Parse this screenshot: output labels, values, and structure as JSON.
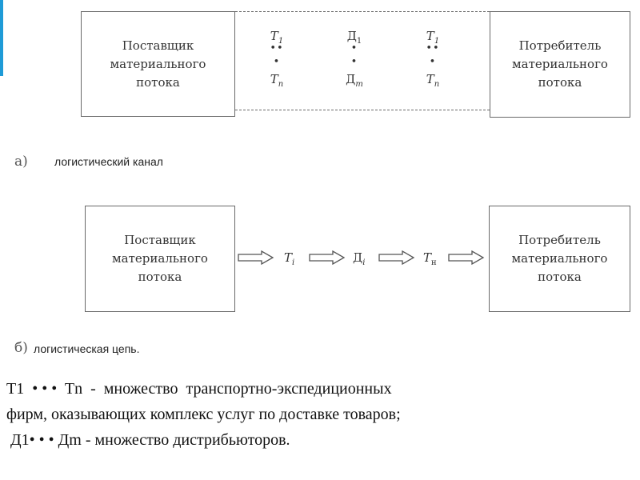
{
  "diagram_a": {
    "supplier": "Поставщик\nматериального\nпотока",
    "consumer": "Потребитель\nматериального\nпотока",
    "col1": {
      "top_letter": "T",
      "top_index": "1",
      "dots_top": "••",
      "dots_bottom": "•",
      "bottom_letter": "T",
      "bottom_index": "n"
    },
    "col2": {
      "top_letter": "Д",
      "top_index": "1",
      "dots_top": "•",
      "dots_bottom": "•",
      "bottom_letter": "Д",
      "bottom_index": "m"
    },
    "col3": {
      "top_letter": "T",
      "top_index": "1",
      "dots_top": "••",
      "dots_bottom": "•",
      "bottom_letter": "T",
      "bottom_index": "n"
    },
    "caption_letter": "а)",
    "caption": "логистический канал"
  },
  "diagram_b": {
    "supplier": "Поставщик\nматериального\nпотока",
    "consumer": "Потребитель\nматериального\nпотока",
    "node1": {
      "letter": "T",
      "index": "i"
    },
    "node2": {
      "letter": "Д",
      "index": "i"
    },
    "node3": {
      "letter": "T",
      "index": "н"
    },
    "caption_letter": "б)",
    "caption": "логистическая цепь."
  },
  "legend": {
    "line1": "T1  • • •  Tn  -  множество  транспортно-экспедиционных",
    "line2": "фирм, оказывающих комплекс  услуг по доставке товаров;",
    "line3": " Д1• • • Дm - множество дистрибьюторов."
  },
  "colors": {
    "border": "#6a6a6a",
    "accent": "#1e9bd7",
    "text": "#222222"
  }
}
